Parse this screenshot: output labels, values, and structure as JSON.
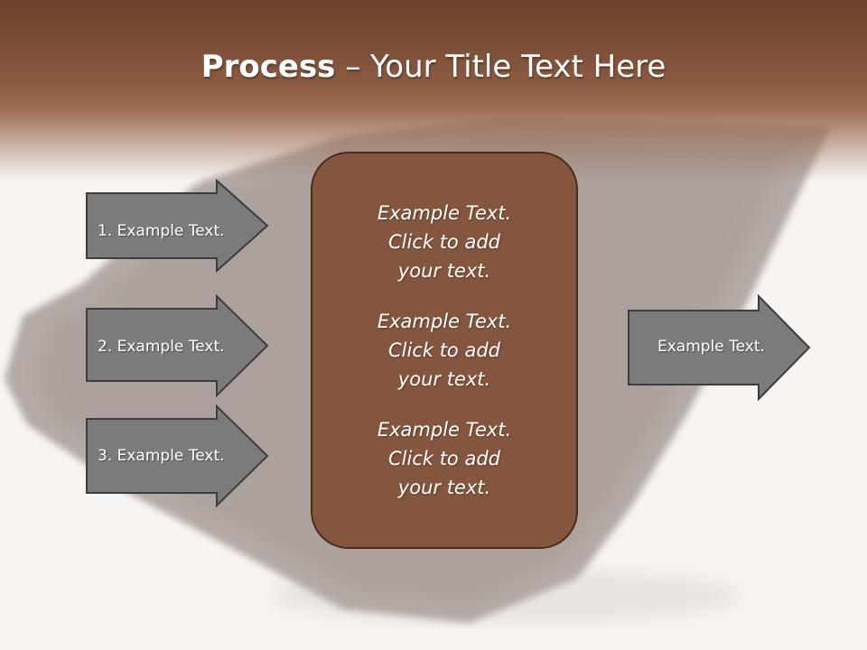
{
  "title": {
    "bold": "Process",
    "rest": " – Your Title Text Here"
  },
  "center_box": {
    "paragraphs": [
      {
        "line1": "Example Text.",
        "line2": "Click  to add",
        "line3": "your text."
      },
      {
        "line1": "Example Text.",
        "line2": "Click  to add",
        "line3": "your text."
      },
      {
        "line1": "Example Text.",
        "line2": "Click  to add",
        "line3": "your text."
      }
    ]
  },
  "left_arrows": [
    {
      "label": "1. Example Text."
    },
    {
      "label": "2. Example Text."
    },
    {
      "label": "3. Example Text."
    }
  ],
  "right_arrow": {
    "label": "Example Text."
  },
  "colors": {
    "header": "#7a4c35",
    "box_fill": "#85563e",
    "box_border": "#4a2c1d",
    "arrow_fill": "#7b7b7b",
    "arrow_border": "#3d3d3d"
  }
}
